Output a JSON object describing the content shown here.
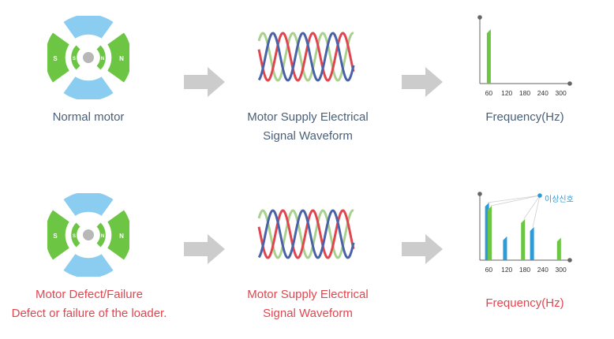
{
  "rows": [
    {
      "motor": {
        "pole_left": "S",
        "inner_left": "S",
        "inner_right": "N",
        "pole_right": "N",
        "label_lines": [
          "Normal motor",
          ""
        ]
      },
      "waveform_label_lines": [
        "Motor Supply Electrical",
        "Signal Waveform"
      ],
      "spectrum": {
        "label": "Frequency(Hz)",
        "annotation": ""
      }
    },
    {
      "motor": {
        "pole_left": "S",
        "inner_left": "S",
        "inner_right": "N",
        "pole_right": "N",
        "label_lines": [
          "Motor Defect/Failure",
          "Defect or failure of the loader."
        ]
      },
      "waveform_label_lines": [
        "Motor Supply Electrical",
        "Signal Waveform"
      ],
      "spectrum": {
        "label": "Frequency(Hz)",
        "annotation": "이상신호"
      }
    }
  ],
  "chart_data": [
    {
      "type": "bar",
      "title": "",
      "xlabel": "Frequency(Hz)",
      "ylabel": "",
      "ticks": [
        60,
        120,
        180,
        240,
        300
      ],
      "xlim": [
        30,
        330
      ],
      "ylim": [
        0,
        1
      ],
      "series": [
        {
          "color": "#6cc644",
          "points": [
            [
              60,
              0.82
            ]
          ]
        }
      ]
    },
    {
      "type": "bar",
      "title": "",
      "xlabel": "Frequency(Hz)",
      "ylabel": "",
      "ticks": [
        60,
        120,
        180,
        240,
        300
      ],
      "xlim": [
        30,
        330
      ],
      "ylim": [
        0,
        1
      ],
      "series": [
        {
          "color": "#2e9bd6",
          "points": [
            [
              54,
              0.87
            ],
            [
              114,
              0.36
            ],
            [
              204,
              0.5
            ]
          ]
        },
        {
          "color": "#6cc644",
          "points": [
            [
              63,
              0.82
            ],
            [
              174,
              0.62
            ],
            [
              294,
              0.34
            ]
          ]
        }
      ],
      "annotated_points": [
        [
          54,
          0.87
        ],
        [
          63,
          0.82
        ],
        [
          174,
          0.62
        ],
        [
          204,
          0.5
        ]
      ]
    }
  ],
  "colors": {
    "green": "#6cc644",
    "blue": "#2e9bd6",
    "sky": "#8bcdf0",
    "wave_green": "#a9d18e",
    "wave_red": "#e0464f",
    "wave_blue": "#4a62a8",
    "arrow": "#cccccc"
  }
}
